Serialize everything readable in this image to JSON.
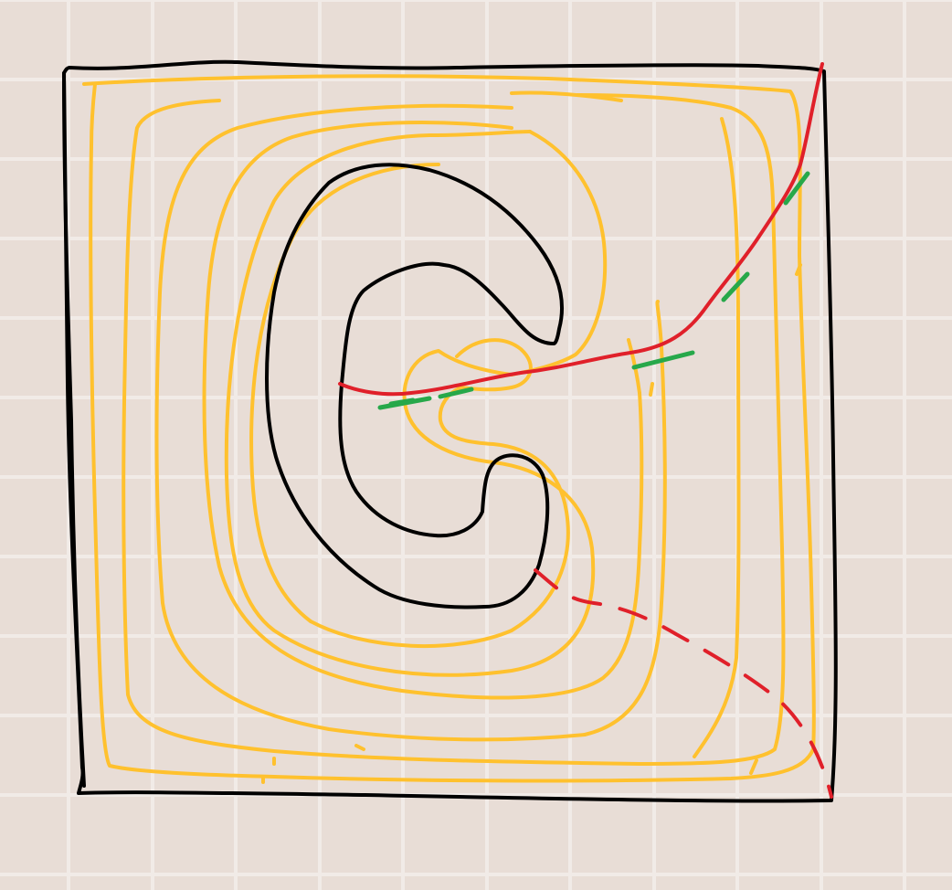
{
  "diagram": {
    "background_color": "#e8ddd6",
    "grid_color": "#f1ebe7",
    "colors": {
      "outline": "#000000",
      "contour": "#ffc12e",
      "path_solid": "#e0202a",
      "path_dashed": "#e0202a",
      "crossing_marker": "#27a84a"
    },
    "elements": [
      "outer-square",
      "c-shaped-obstacle",
      "contour-lines",
      "red-solid-path",
      "red-dashed-path",
      "green-crossing-marks"
    ]
  }
}
